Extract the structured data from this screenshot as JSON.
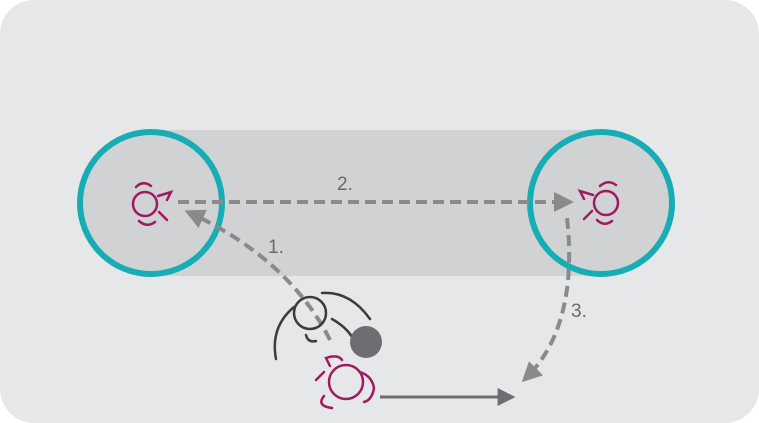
{
  "colors": {
    "background": "#e6e7e8",
    "corridor": "#d1d2d4",
    "zone_ring": "#16adb4",
    "player": "#a1195e",
    "arrow": "#8a8a8a",
    "defender_outline": "#3c3c3c",
    "ball": "#6d6e71",
    "dribble_arrow": "#6d6e71"
  },
  "icons": {
    "player": "player-topdown-icon",
    "defender": "defender-topdown-icon",
    "ball": "ball-icon"
  },
  "steps": {
    "step1": "1.",
    "step2": "2.",
    "step3": "3."
  }
}
